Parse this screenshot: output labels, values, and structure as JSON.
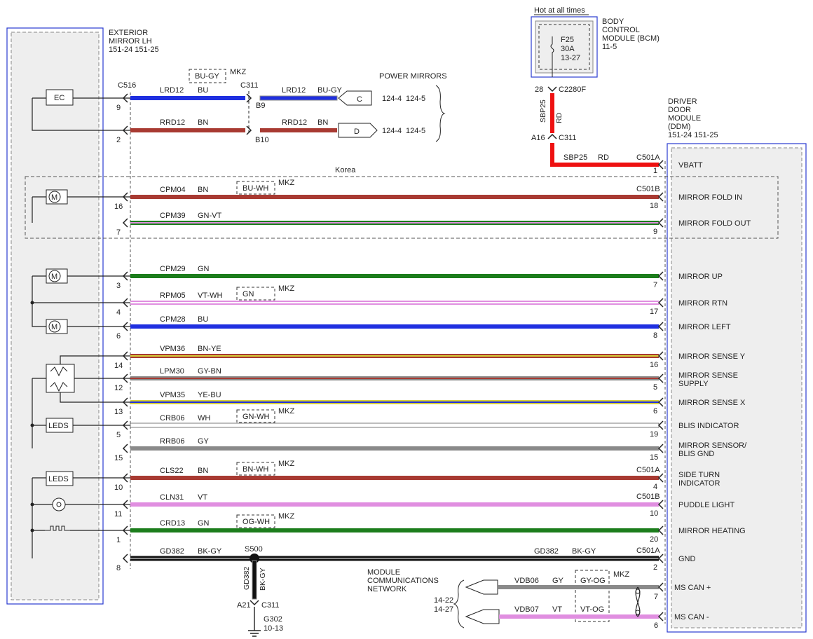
{
  "colors": {
    "BU": "#1f2fe0",
    "BN": "#a83a32",
    "GN": "#1c7d1c",
    "VT": "#e08ee0",
    "GY": "#8a8a8a",
    "WH": "#ffffff",
    "BK": "#111111",
    "YE": "#d6cf3a",
    "RD": "#ee1111",
    "panel": "#eeeeee",
    "frame": "#2a3bd0"
  },
  "top": {
    "hot_label": "Hot at all times",
    "bcm": {
      "title": [
        "BODY",
        "CONTROL",
        "MODULE (BCM)",
        "11-5"
      ],
      "fuse": "F25",
      "amps": "30A",
      "ref": "13-27"
    },
    "power_mirrors": {
      "title": "POWER MIRRORS",
      "ref1": "124-4",
      "ref2": "124-5"
    },
    "c311_top": "C311",
    "mkz": "MKZ",
    "alt_color_c311": "BU-GY",
    "conn_c": "C",
    "conn_d": "D",
    "pin_b9": "B9",
    "pin_b10": "B10",
    "feed": {
      "pin28": "28",
      "c2280f": "C2280F",
      "sbp25": "SBP25",
      "rd": "RD",
      "a16": "A16",
      "c311": "C311"
    }
  },
  "mirror": {
    "title": [
      "EXTERIOR",
      "MIRROR LH",
      "151-24  151-25"
    ],
    "connector": "C516",
    "ec": "EC",
    "leds": "LEDS",
    "motor": "M"
  },
  "ddm": {
    "title": [
      "DRIVER",
      "DOOR",
      "MODULE",
      "(DDM)",
      "151-24  151-25"
    ]
  },
  "korea": "Korea",
  "vbatt": {
    "circuit": "SBP25",
    "color": "RD",
    "connector": "C501A",
    "pin": "1",
    "label": "VBATT"
  },
  "top_wires": [
    {
      "circuit": "LRD12",
      "color": "BU",
      "pin": "9",
      "right_circuit": "LRD12",
      "right_color": "BU-GY"
    },
    {
      "circuit": "RRD12",
      "color": "BN",
      "pin": "2",
      "right_circuit": "RRD12",
      "right_color": "BN"
    }
  ],
  "wires": [
    {
      "circuit": "CPM04",
      "color": "BN",
      "left_pin": "16",
      "right_pin": "18",
      "connector": "C501B",
      "label": [
        "MIRROR FOLD IN"
      ],
      "alt": "BU-WH"
    },
    {
      "circuit": "CPM39",
      "color": "GN-VT",
      "left_pin": "7",
      "right_pin": "9",
      "label": [
        "MIRROR FOLD OUT"
      ]
    },
    {
      "circuit": "CPM29",
      "color": "GN",
      "left_pin": "3",
      "right_pin": "7",
      "label": [
        "MIRROR UP"
      ]
    },
    {
      "circuit": "RPM05",
      "color": "VT-WH",
      "left_pin": "4",
      "right_pin": "17",
      "label": [
        "MIRROR RTN"
      ],
      "alt": "GN"
    },
    {
      "circuit": "CPM28",
      "color": "BU",
      "left_pin": "6",
      "right_pin": "8",
      "label": [
        "MIRROR LEFT"
      ]
    },
    {
      "circuit": "VPM36",
      "color": "BN-YE",
      "left_pin": "14",
      "right_pin": "16",
      "label": [
        "MIRROR SENSE Y"
      ]
    },
    {
      "circuit": "LPM30",
      "color": "GY-BN",
      "left_pin": "12",
      "right_pin": "5",
      "label": [
        "MIRROR SENSE",
        "SUPPLY"
      ]
    },
    {
      "circuit": "VPM35",
      "color": "YE-BU",
      "left_pin": "13",
      "right_pin": "6",
      "label": [
        "MIRROR SENSE X"
      ]
    },
    {
      "circuit": "CRB06",
      "color": "WH",
      "left_pin": "5",
      "right_pin": "19",
      "label": [
        "BLIS INDICATOR"
      ],
      "alt": "GN-WH"
    },
    {
      "circuit": "RRB06",
      "color": "GY",
      "left_pin": "15",
      "right_pin": "15",
      "label": [
        "MIRROR SENSOR/",
        "BLIS GND"
      ]
    },
    {
      "circuit": "CLS22",
      "color": "BN",
      "left_pin": "10",
      "right_pin": "4",
      "connector": "C501A",
      "label": [
        "SIDE TURN",
        "INDICATOR"
      ],
      "alt": "BN-WH"
    },
    {
      "circuit": "CLN31",
      "color": "VT",
      "left_pin": "11",
      "right_pin": "10",
      "connector": "C501B",
      "label": [
        "PUDDLE LIGHT"
      ]
    },
    {
      "circuit": "CRD13",
      "color": "GN",
      "left_pin": "1",
      "right_pin": "20",
      "label": [
        "MIRROR HEATING"
      ],
      "alt": "OG-WH"
    },
    {
      "circuit": "GD382",
      "color": "BK-GY",
      "left_pin": "8",
      "right_pin": "2",
      "connector": "C501A",
      "label": [
        "GND"
      ],
      "right_circuit": "GD382",
      "right_color": "BK-GY"
    }
  ],
  "ground": {
    "splice": "S500",
    "circuit": "GD382",
    "color": "BK-GY",
    "pin": "A21",
    "connector": "C311",
    "g": "G302",
    "ref": "10-13"
  },
  "network": {
    "title": [
      "MODULE",
      "COMMUNICATIONS",
      "NETWORK"
    ],
    "ref1": "14-22",
    "ref2": "14-27",
    "lines": [
      {
        "circuit": "VDB06",
        "color": "GY",
        "alt": "GY-OG",
        "pin": "7",
        "label": "MS CAN +"
      },
      {
        "circuit": "VDB07",
        "color": "VT",
        "alt": "VT-OG",
        "pin": "6",
        "label": "MS CAN -"
      }
    ]
  }
}
